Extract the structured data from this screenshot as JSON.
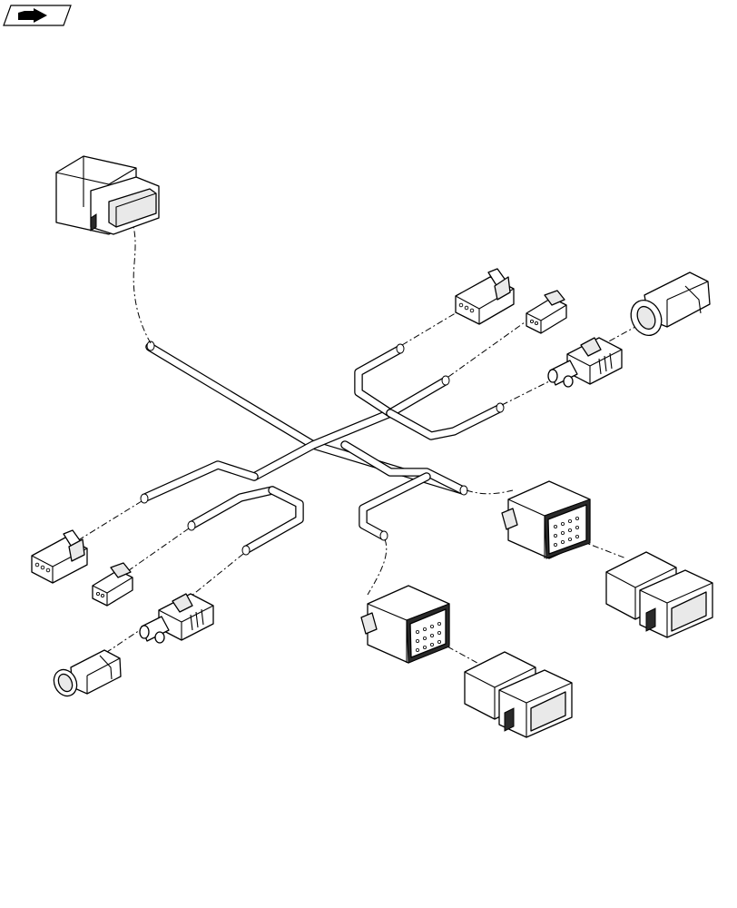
{
  "diagram": {
    "nav_icon": "return-arrow-icon",
    "colors": {
      "line": "#000000",
      "background": "#ffffff",
      "shade": "#e9e9e9"
    },
    "connectors": [
      {
        "name": "large-connector-top-left",
        "type": "12-pin deutsch housing"
      },
      {
        "name": "plug-3pin-top",
        "type": "3-pin plug"
      },
      {
        "name": "plug-2pin-top",
        "type": "2-pin plug"
      },
      {
        "name": "sealed-plug-top-right",
        "type": "sealed plug"
      },
      {
        "name": "inline-socket-right",
        "type": "inline socket"
      },
      {
        "name": "connector-12pin-right",
        "type": "12-pin receptacle"
      },
      {
        "name": "mate-housing-right",
        "type": "12-pin plug housing"
      },
      {
        "name": "connector-12pin-center",
        "type": "12-pin receptacle"
      },
      {
        "name": "mate-housing-center",
        "type": "12-pin plug housing"
      },
      {
        "name": "plug-3pin-left",
        "type": "3-pin plug"
      },
      {
        "name": "plug-2pin-left",
        "type": "2-pin plug"
      },
      {
        "name": "inline-socket-left",
        "type": "inline socket"
      },
      {
        "name": "sealed-plug-bottom-left",
        "type": "sealed plug"
      }
    ]
  }
}
